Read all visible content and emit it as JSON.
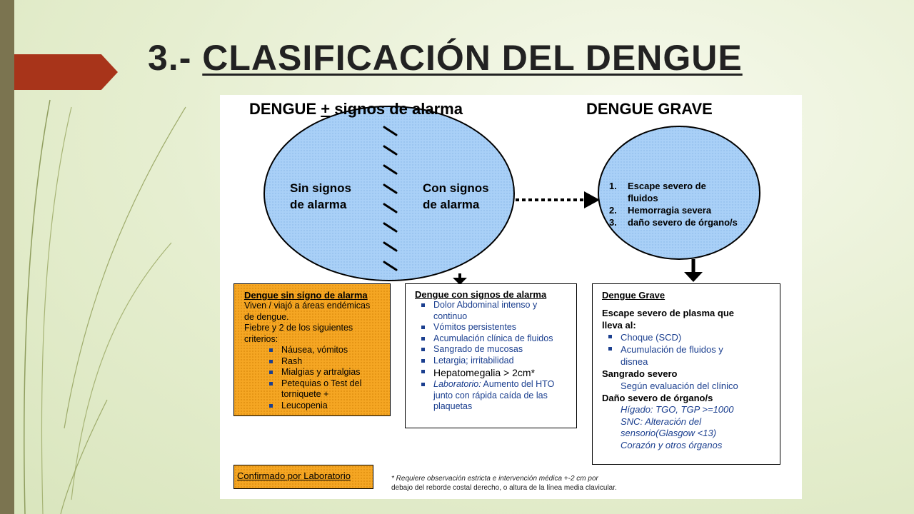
{
  "slide": {
    "title_number": "3.-",
    "title_text": "CLASIFICACIÓN DEL DENGUE"
  },
  "diagram": {
    "header_left_prefix": "DENGUE",
    "header_left_plus": "+",
    "header_left_suffix": "signos de alarma",
    "header_right": "DENGUE GRAVE",
    "ellipse_left_line1": "Sin signos",
    "ellipse_left_line2": "de alarma",
    "ellipse_mid_line1": "Con signos",
    "ellipse_mid_line2": "de alarma",
    "grave_list": [
      {
        "num": "1.",
        "text": "Escape severo de"
      },
      {
        "num": "",
        "text": "fluidos"
      },
      {
        "num": "2.",
        "text": "Hemorragia severa"
      },
      {
        "num": "3.",
        "text": "daño severo de órgano/s"
      }
    ],
    "box1": {
      "title": "Dengue sin signo de alarma",
      "lines": [
        "Viven / viajó a áreas endémicas",
        "de dengue.",
        "Fiebre y 2 de los siguientes",
        "criterios:"
      ],
      "items": [
        "Náusea, vómitos",
        "Rash",
        "Mialgias y artralgias",
        "Petequias o Test del",
        "torniquete +",
        "Leucopenia"
      ]
    },
    "box2": {
      "title": "Dengue con signos de alarma",
      "items": [
        [
          "Dolor Abdominal intenso y",
          "continuo"
        ],
        [
          "Vómitos persistentes"
        ],
        [
          "Acumulación clínica de fluidos"
        ],
        [
          "Sangrado de mucosas"
        ],
        [
          "Letargia; irritabilidad"
        ],
        [
          "Hepatomegalia > 2cm*"
        ]
      ],
      "lab_label": "Laboratorio:",
      "lab_line1": " Aumento del HTO",
      "lab_line2": "junto con rápida caída de las",
      "lab_line3": "plaquetas"
    },
    "box3": {
      "title": "Dengue Grave",
      "escape_line1": "Escape severo de plasma que",
      "escape_line2": "lleva al:",
      "items": [
        [
          "Choque (SCD)"
        ],
        [
          "Acumulación de fluidos y",
          "disnea"
        ]
      ],
      "sangrado": "Sangrado severo",
      "sangrado_sub": "Según evaluación del clínico",
      "dano": "Daño severo de órgano/s",
      "dano_lines": [
        "Hígado: TGO, TGP >=1000",
        "SNC: Alteración del",
        "sensorio(Glasgow <13)",
        "Corazón y otros órganos"
      ]
    },
    "confirm": "Confirmado por Laboratorio",
    "footnote_line1": "* Requiere observación estricta e intervención médica +-2 cm por",
    "footnote_line2": "debajo del reborde costal derecho, o altura de la línea media clavicular."
  },
  "colors": {
    "left_bar": "#7b7450",
    "red_tab": "#a8341a",
    "ellipse_fill": "#a9d0f7",
    "orange_box": "#f5a623",
    "text_blue": "#1b3f8f"
  }
}
